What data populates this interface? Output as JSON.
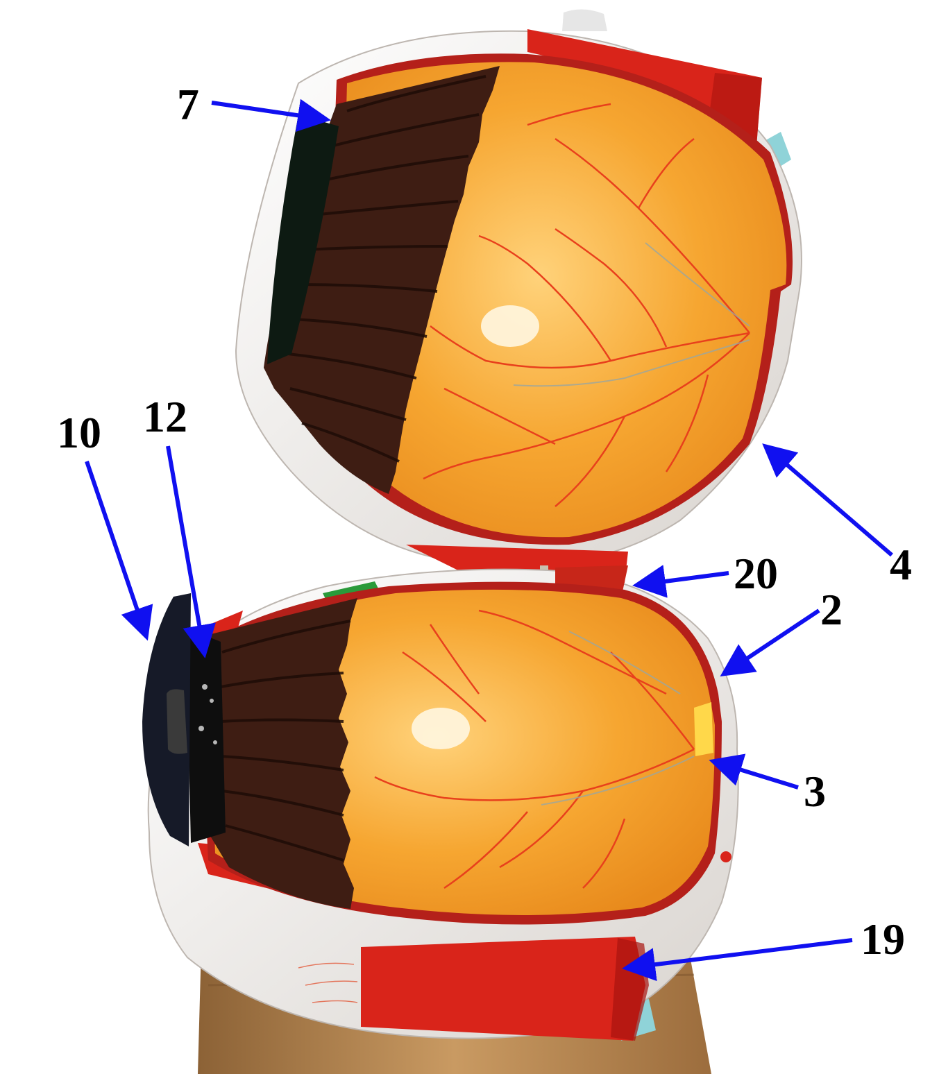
{
  "colors": {
    "background": "#ffffff",
    "arrow": "#1010f0",
    "label": "#000000",
    "sclera": "#f4f1ee",
    "muscle": "#d9241a",
    "muscle_dark": "#a8140f",
    "retina": "#f4a02a",
    "retina_light": "#ffc75a",
    "ciliary": "#4a2418",
    "ciliary_dark": "#2a120b",
    "vessel": "#e8401c",
    "vessel_vein": "#9aa6a0",
    "stand": "#b88955",
    "nerve": "#8fd3d8"
  },
  "callouts": [
    {
      "id": "label-7",
      "text": "7"
    },
    {
      "id": "label-10",
      "text": "10"
    },
    {
      "id": "label-12",
      "text": "12"
    },
    {
      "id": "label-20",
      "text": "20"
    },
    {
      "id": "label-2",
      "text": "2"
    },
    {
      "id": "label-4",
      "text": "4"
    },
    {
      "id": "label-3",
      "text": "3"
    },
    {
      "id": "label-19",
      "text": "19"
    }
  ]
}
